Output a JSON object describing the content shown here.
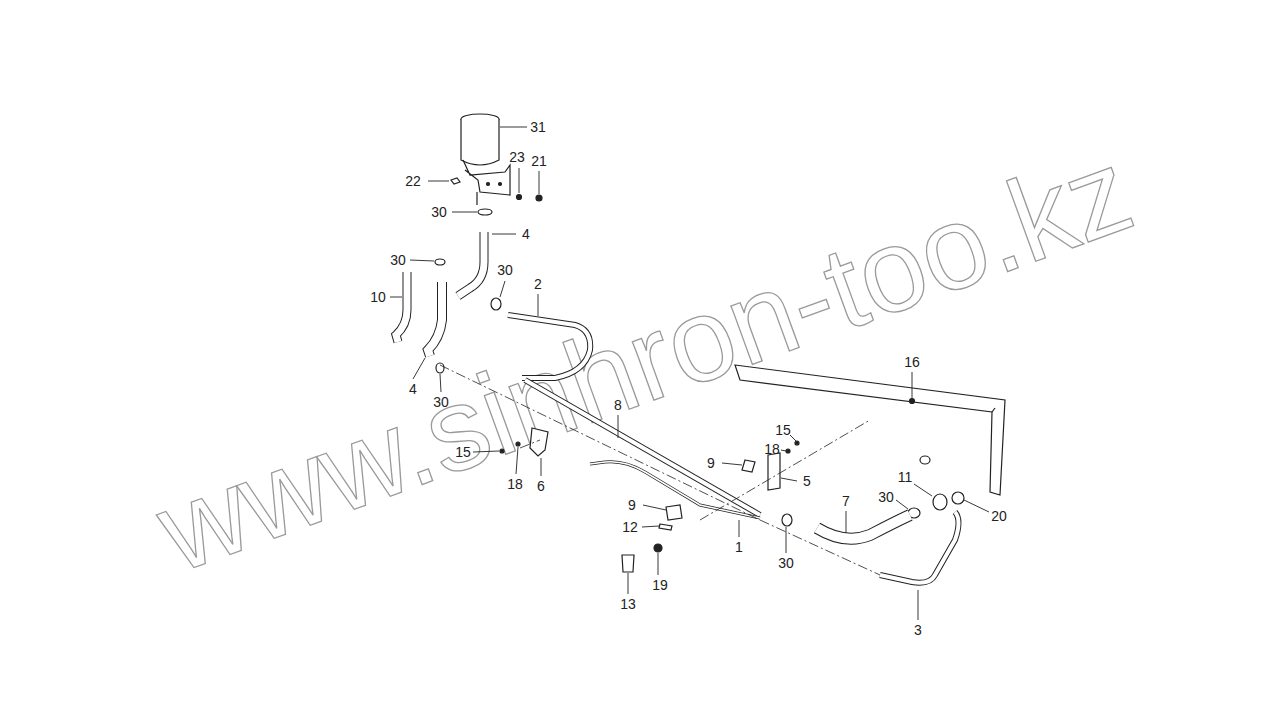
{
  "diagram": {
    "labels": [
      "31",
      "23",
      "21",
      "22",
      "30",
      "4",
      "30",
      "30",
      "2",
      "10",
      "4",
      "30",
      "16",
      "8",
      "15",
      "18",
      "15",
      "18",
      "6",
      "9",
      "5",
      "11",
      "7",
      "30",
      "20",
      "9",
      "12",
      "1",
      "30",
      "19",
      "13",
      "3",
      "www.sinhron-too.kz"
    ]
  }
}
